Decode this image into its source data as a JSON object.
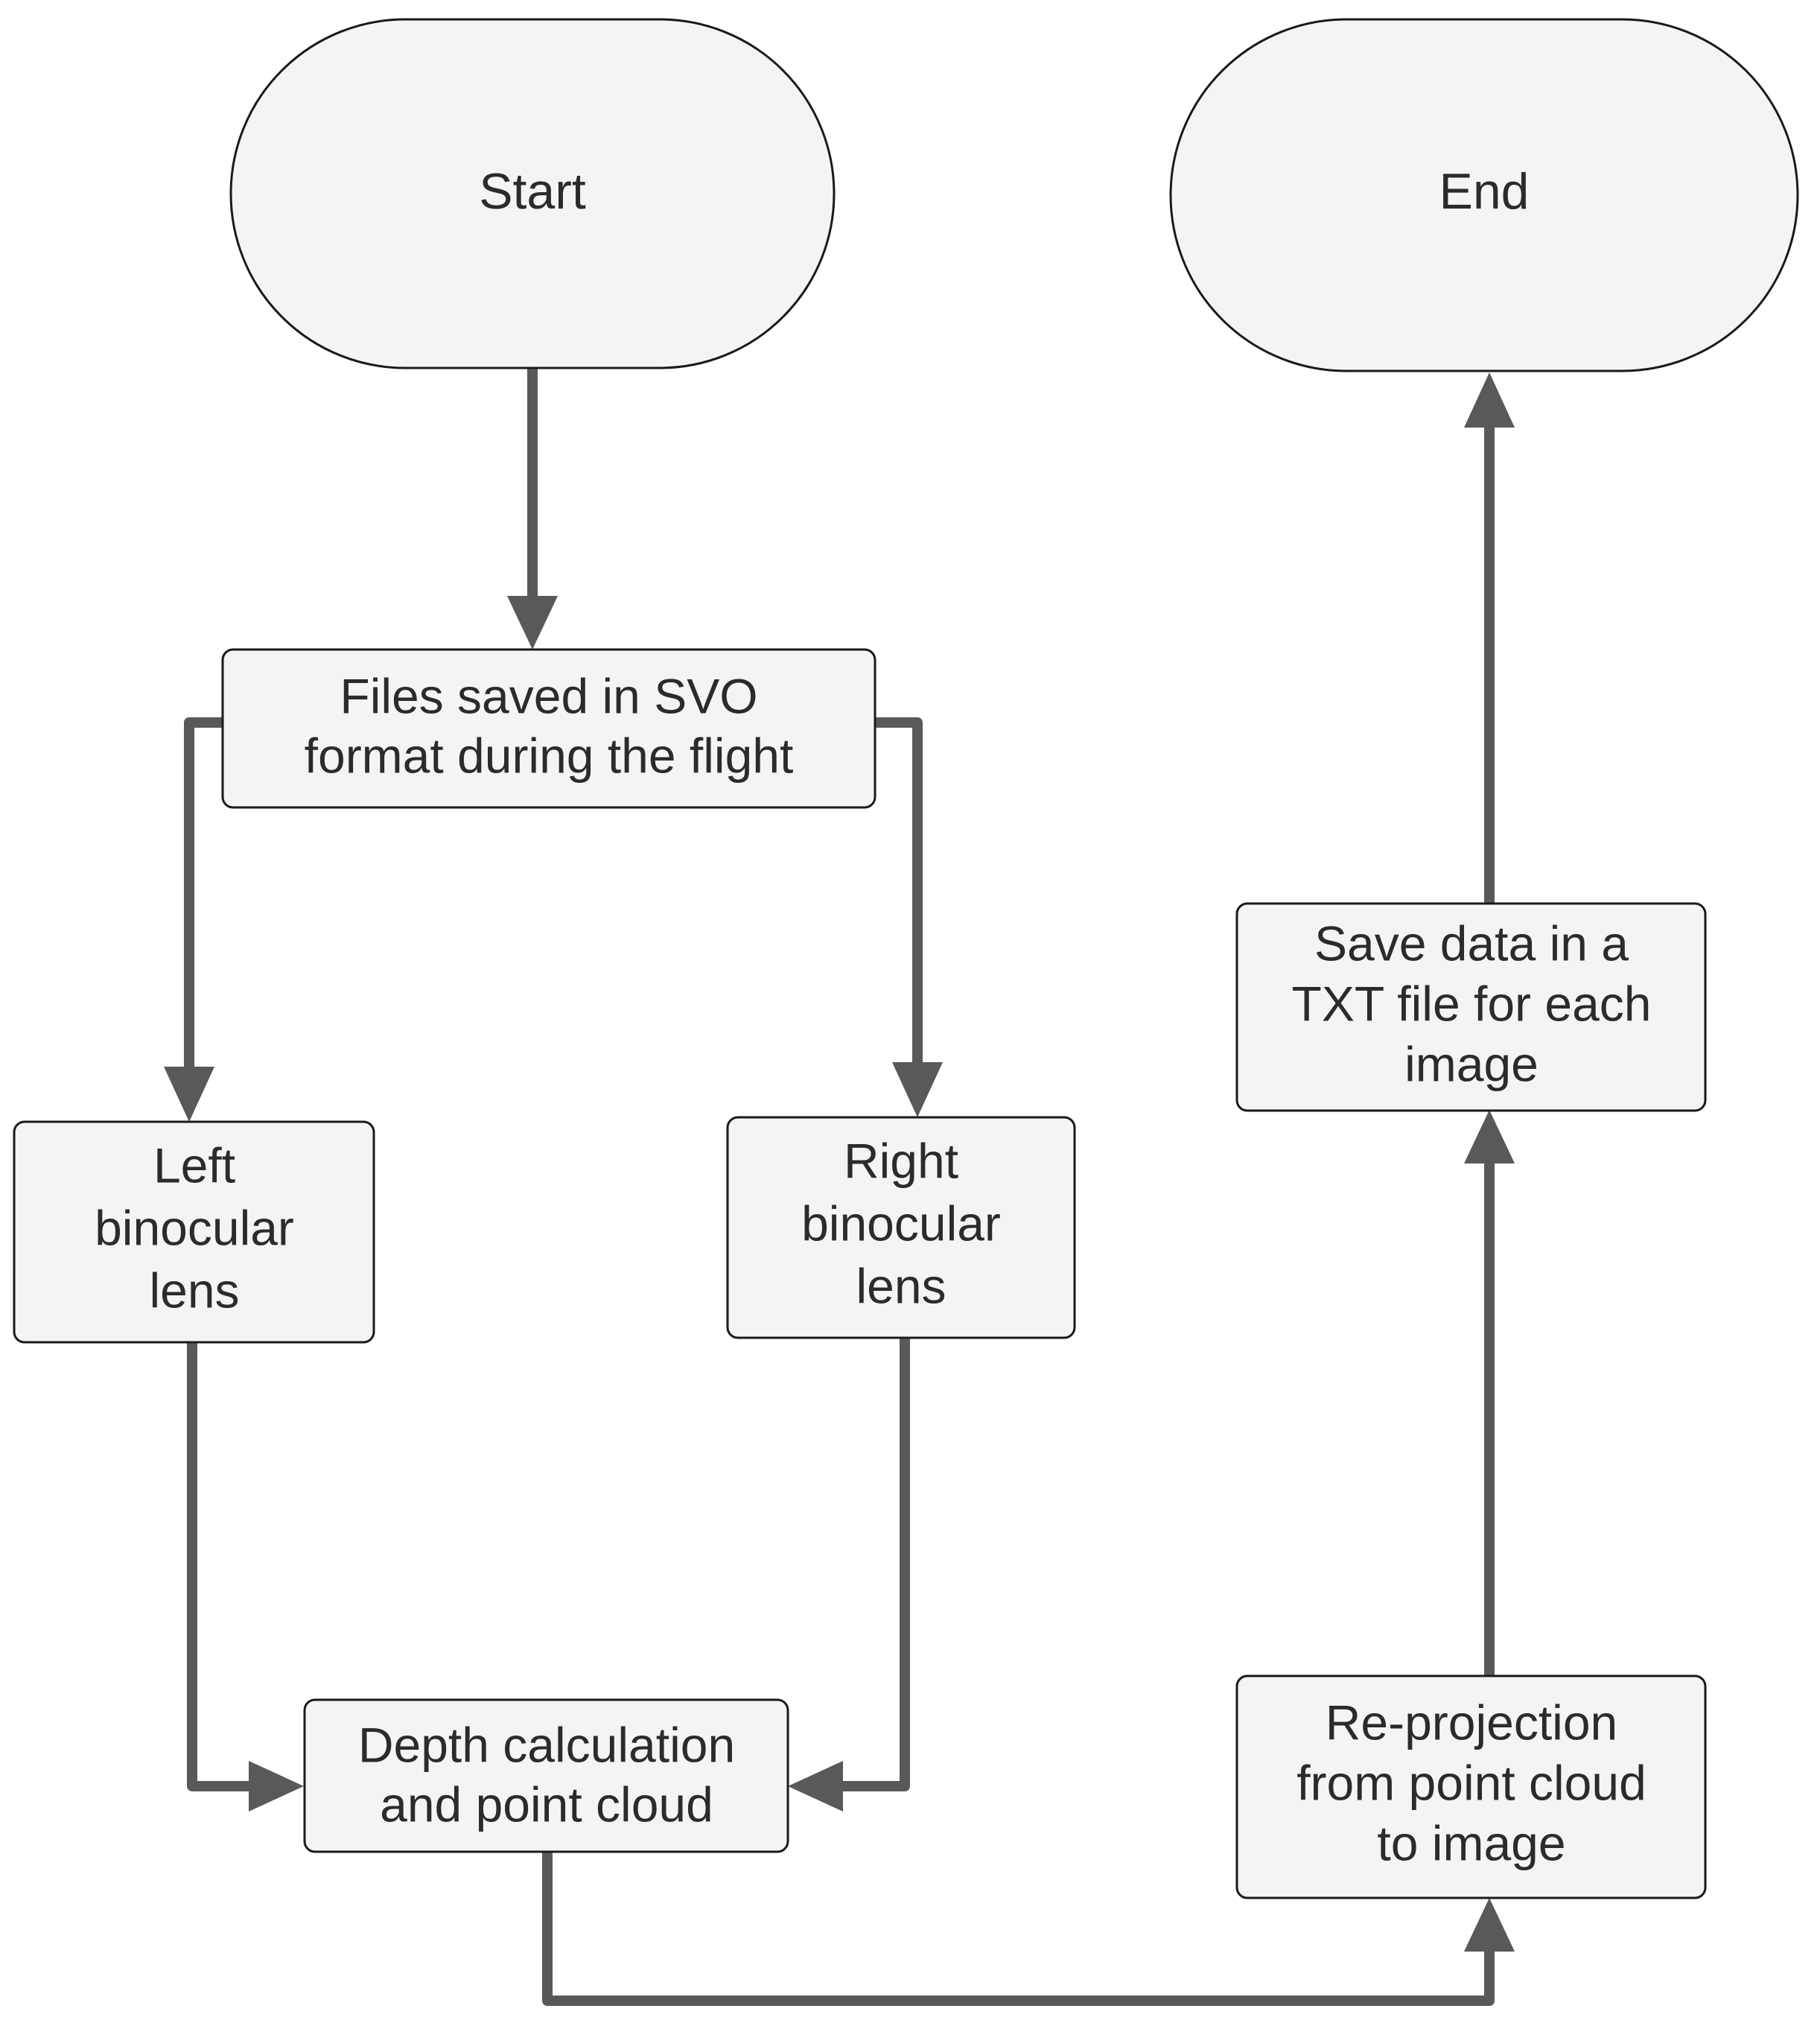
{
  "diagram": {
    "title": "Binocular camera depth processing pipeline flowchart",
    "background_color": "#ffffff",
    "node_fill_color": "#f4f4f4",
    "node_stroke_color": "#1a1a1a",
    "edge_color": "#595959",
    "text_color": "#2b2b2b",
    "nodes": [
      {
        "id": "start",
        "shape": "stadium",
        "label": "Start",
        "lines": [
          "Start"
        ]
      },
      {
        "id": "end",
        "shape": "stadium",
        "label": "End",
        "lines": [
          "End"
        ]
      },
      {
        "id": "svo",
        "shape": "rounded-rect",
        "label": "Files saved in SVO format during the flight",
        "lines": [
          "Files saved in SVO",
          "format during the flight"
        ]
      },
      {
        "id": "left-lens",
        "shape": "rounded-rect",
        "label": "Left binocular lens",
        "lines": [
          "Left",
          "binocular",
          "lens"
        ]
      },
      {
        "id": "right-lens",
        "shape": "rounded-rect",
        "label": "Right binocular lens",
        "lines": [
          "Right",
          "binocular",
          "lens"
        ]
      },
      {
        "id": "depth",
        "shape": "rounded-rect",
        "label": "Depth calculation and point cloud",
        "lines": [
          "Depth calculation",
          "and point cloud"
        ]
      },
      {
        "id": "reprojection",
        "shape": "rounded-rect",
        "label": "Re-projection from point cloud to image",
        "lines": [
          "Re-projection",
          "from point cloud",
          "to image"
        ]
      },
      {
        "id": "savetxt",
        "shape": "rounded-rect",
        "label": "Save data in a TXT file for each image",
        "lines": [
          "Save data in a",
          "TXT file for each",
          "image"
        ]
      }
    ],
    "edges": [
      {
        "id": "start-to-svo",
        "from": "start",
        "to": "svo",
        "label": ""
      },
      {
        "id": "svo-to-left-lens",
        "from": "svo",
        "to": "left-lens",
        "label": ""
      },
      {
        "id": "svo-to-right-lens",
        "from": "svo",
        "to": "right-lens",
        "label": ""
      },
      {
        "id": "left-lens-to-depth",
        "from": "left-lens",
        "to": "depth",
        "label": ""
      },
      {
        "id": "right-lens-to-depth",
        "from": "right-lens",
        "to": "depth",
        "label": ""
      },
      {
        "id": "depth-to-reprojection",
        "from": "depth",
        "to": "reprojection",
        "label": ""
      },
      {
        "id": "reprojection-to-savetxt",
        "from": "reprojection",
        "to": "savetxt",
        "label": ""
      },
      {
        "id": "savetxt-to-end",
        "from": "savetxt",
        "to": "end",
        "label": ""
      }
    ]
  }
}
